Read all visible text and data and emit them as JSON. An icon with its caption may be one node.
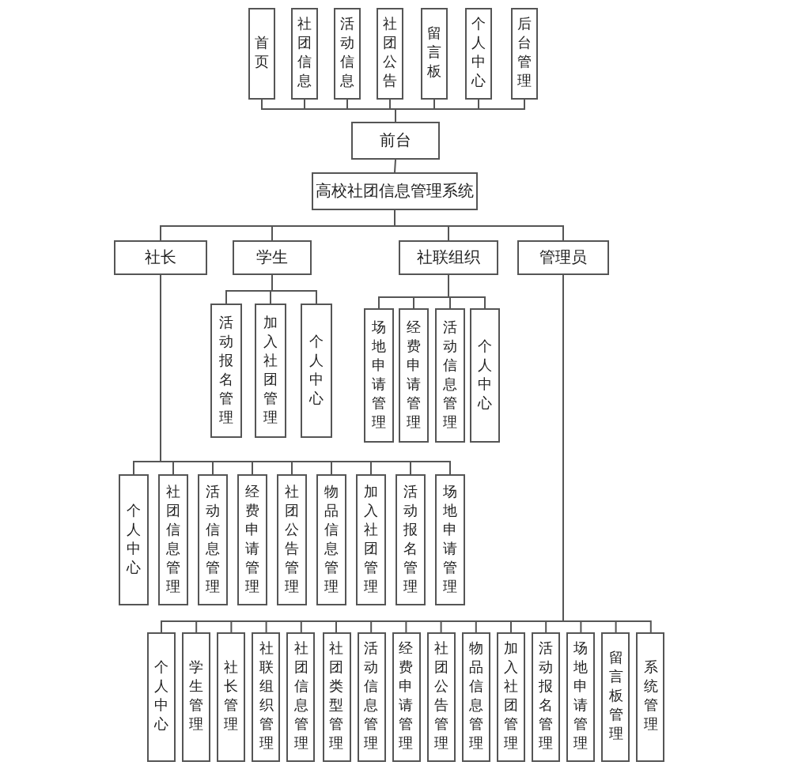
{
  "diagram": {
    "nodes": [
      {
        "text": [
          "首页"
        ]
      },
      {
        "text": [
          "社团信息"
        ]
      },
      {
        "text": [
          "活动信息"
        ]
      },
      {
        "text": [
          "社团公告"
        ]
      },
      {
        "text": [
          "留言板"
        ]
      },
      {
        "text": [
          "个人中心"
        ]
      },
      {
        "text": [
          "后台管理"
        ]
      },
      {
        "text": [
          "前台"
        ]
      },
      {
        "text": [
          "高校社团信息管理系统"
        ]
      },
      {
        "text": [
          "社长"
        ]
      },
      {
        "text": [
          "学生"
        ]
      },
      {
        "text": [
          "社联组织"
        ]
      },
      {
        "text": [
          "管理员"
        ]
      },
      {
        "text": [
          "活动报名管理"
        ]
      },
      {
        "text": [
          "加入社团管理"
        ]
      },
      {
        "text": [
          "个人中心"
        ]
      },
      {
        "text": [
          "场地申请管理"
        ]
      },
      {
        "text": [
          "经费申请管理"
        ]
      },
      {
        "text": [
          "活动信息管理"
        ]
      },
      {
        "text": [
          "个人中心"
        ]
      },
      {
        "text": [
          "个人中心"
        ]
      },
      {
        "text": [
          "社团信息管理"
        ]
      },
      {
        "text": [
          "活动信息管理"
        ]
      },
      {
        "text": [
          "经费申请管理"
        ]
      },
      {
        "text": [
          "社团公告管理"
        ]
      },
      {
        "text": [
          "物品信息管理"
        ]
      },
      {
        "text": [
          "加入社团管理"
        ]
      },
      {
        "text": [
          "活动报名管理"
        ]
      },
      {
        "text": [
          "场地申请管理"
        ]
      },
      {
        "text": [
          "个人中心"
        ]
      },
      {
        "text": [
          "学生管理"
        ]
      },
      {
        "text": [
          "社长管理"
        ]
      },
      {
        "text": [
          "社联组织管理"
        ]
      },
      {
        "text": [
          "社团信息管理"
        ]
      },
      {
        "text": [
          "社团类型管理"
        ]
      },
      {
        "text": [
          "活动信息管理"
        ]
      },
      {
        "text": [
          "经费申请管理"
        ]
      },
      {
        "text": [
          "社团公告管理"
        ]
      },
      {
        "text": [
          "物品信息管理"
        ]
      },
      {
        "text": [
          "加入社团管理"
        ]
      },
      {
        "text": [
          "活动报名管理"
        ]
      },
      {
        "text": [
          "场地申请管理"
        ]
      },
      {
        "text": [
          "留言板管理"
        ]
      },
      {
        "text": [
          "系统管理"
        ]
      }
    ],
    "edges": [
      {
        "from": 0,
        "to": 7,
        "arrow": "none"
      },
      {
        "from": 1,
        "to": 7,
        "arrow": "none"
      },
      {
        "from": 2,
        "to": 7,
        "arrow": "none"
      },
      {
        "from": 3,
        "to": 7,
        "arrow": "none"
      },
      {
        "from": 4,
        "to": 7,
        "arrow": "none"
      },
      {
        "from": 5,
        "to": 7,
        "arrow": "none"
      },
      {
        "from": 6,
        "to": 7,
        "arrow": "none"
      },
      {
        "from": 7,
        "to": 8,
        "arrow": "none"
      },
      {
        "from": 8,
        "to": 9,
        "arrow": "none"
      },
      {
        "from": 8,
        "to": 10,
        "arrow": "none"
      },
      {
        "from": 8,
        "to": 11,
        "arrow": "none"
      },
      {
        "from": 8,
        "to": 12,
        "arrow": "none"
      },
      {
        "from": 10,
        "to": 13,
        "arrow": "none"
      },
      {
        "from": 10,
        "to": 14,
        "arrow": "none"
      },
      {
        "from": 10,
        "to": 15,
        "arrow": "none"
      },
      {
        "from": 11,
        "to": 16,
        "arrow": "none"
      },
      {
        "from": 11,
        "to": 17,
        "arrow": "none"
      },
      {
        "from": 11,
        "to": 18,
        "arrow": "none"
      },
      {
        "from": 11,
        "to": 19,
        "arrow": "none"
      },
      {
        "from": 9,
        "to": 20,
        "arrow": "none"
      },
      {
        "from": 9,
        "to": 21,
        "arrow": "none"
      },
      {
        "from": 9,
        "to": 22,
        "arrow": "none"
      },
      {
        "from": 9,
        "to": 23,
        "arrow": "none"
      },
      {
        "from": 9,
        "to": 24,
        "arrow": "none"
      },
      {
        "from": 9,
        "to": 25,
        "arrow": "none"
      },
      {
        "from": 9,
        "to": 26,
        "arrow": "none"
      },
      {
        "from": 9,
        "to": 27,
        "arrow": "none"
      },
      {
        "from": 9,
        "to": 28,
        "arrow": "none"
      },
      {
        "from": 12,
        "to": 29,
        "arrow": "none"
      },
      {
        "from": 12,
        "to": 30,
        "arrow": "none"
      },
      {
        "from": 12,
        "to": 31,
        "arrow": "none"
      },
      {
        "from": 12,
        "to": 32,
        "arrow": "none"
      },
      {
        "from": 12,
        "to": 33,
        "arrow": "none"
      },
      {
        "from": 12,
        "to": 34,
        "arrow": "none"
      },
      {
        "from": 12,
        "to": 35,
        "arrow": "none"
      },
      {
        "from": 12,
        "to": 36,
        "arrow": "none"
      },
      {
        "from": 12,
        "to": 37,
        "arrow": "none"
      },
      {
        "from": 12,
        "to": 38,
        "arrow": "none"
      },
      {
        "from": 12,
        "to": 39,
        "arrow": "none"
      },
      {
        "from": 12,
        "to": 40,
        "arrow": "none"
      },
      {
        "from": 12,
        "to": 41,
        "arrow": "none"
      },
      {
        "from": 12,
        "to": 42,
        "arrow": "none"
      },
      {
        "from": 12,
        "to": 43,
        "arrow": "none"
      }
    ]
  }
}
